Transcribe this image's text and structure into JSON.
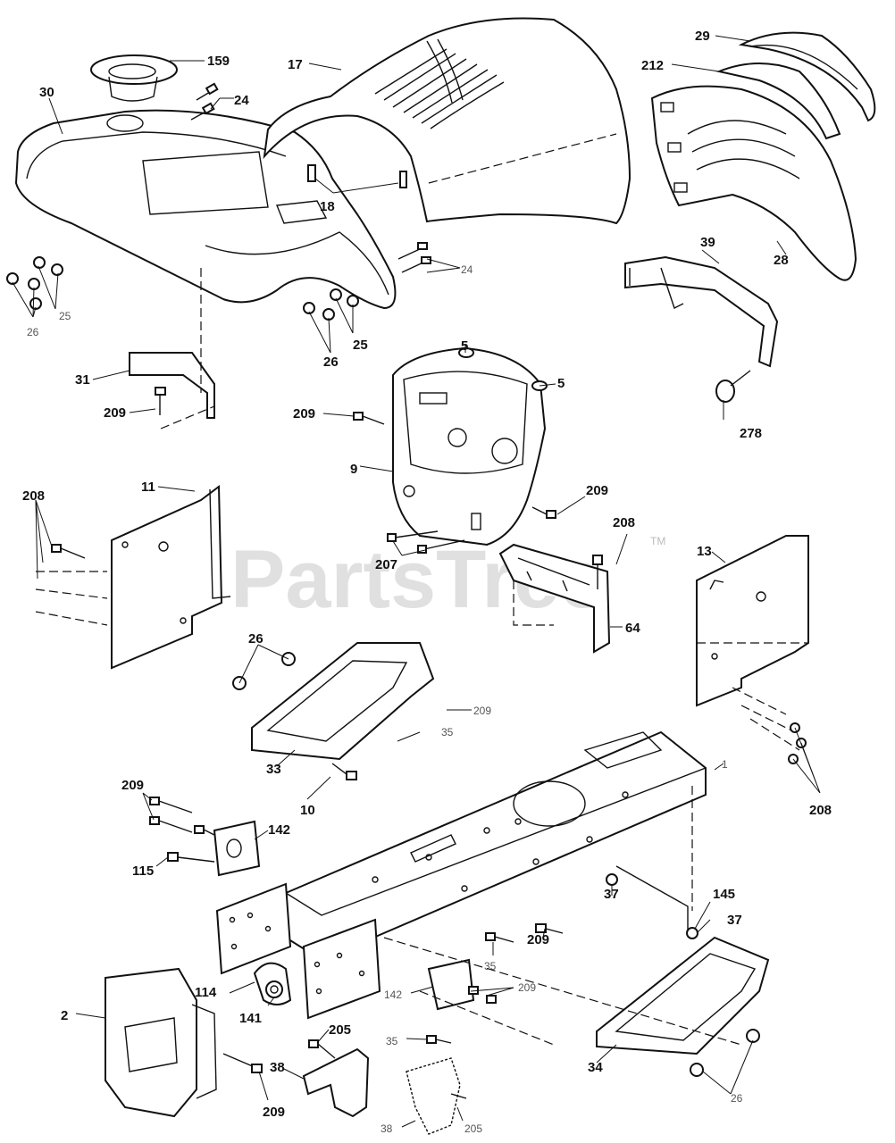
{
  "watermark": {
    "text": "PartsTree",
    "tm": "TM"
  },
  "labels": {
    "l159": "159",
    "l30": "30",
    "l24a": "24",
    "l17": "17",
    "l29": "29",
    "l212": "212",
    "l18": "18",
    "l24b": "24",
    "l25a": "25",
    "l26a": "26",
    "l25b": "25",
    "l26b": "26",
    "l28": "28",
    "l39": "39",
    "l31": "31",
    "l209a": "209",
    "l5a": "5",
    "l5b": "5",
    "l209b": "209",
    "l278": "278",
    "l9": "9",
    "l208a": "208",
    "l11": "11",
    "l209c": "209",
    "l208b": "208",
    "l207": "207",
    "l13": "13",
    "l64": "64",
    "l26c": "26",
    "l209d": "209",
    "l35a": "35",
    "l33": "33",
    "l10": "10",
    "l1": "1",
    "l208c": "208",
    "l209e": "209",
    "l142a": "142",
    "l115": "115",
    "l37a": "37",
    "l145": "145",
    "l37b": "37",
    "l209f": "209",
    "l35b": "35",
    "l114": "114",
    "l141": "141",
    "l142b": "142",
    "l209g": "209",
    "l2": "2",
    "l35c": "35",
    "l205a": "205",
    "l38a": "38",
    "l209h": "209",
    "l34": "34",
    "l26d": "26",
    "l38b": "38",
    "l205b": "205"
  }
}
